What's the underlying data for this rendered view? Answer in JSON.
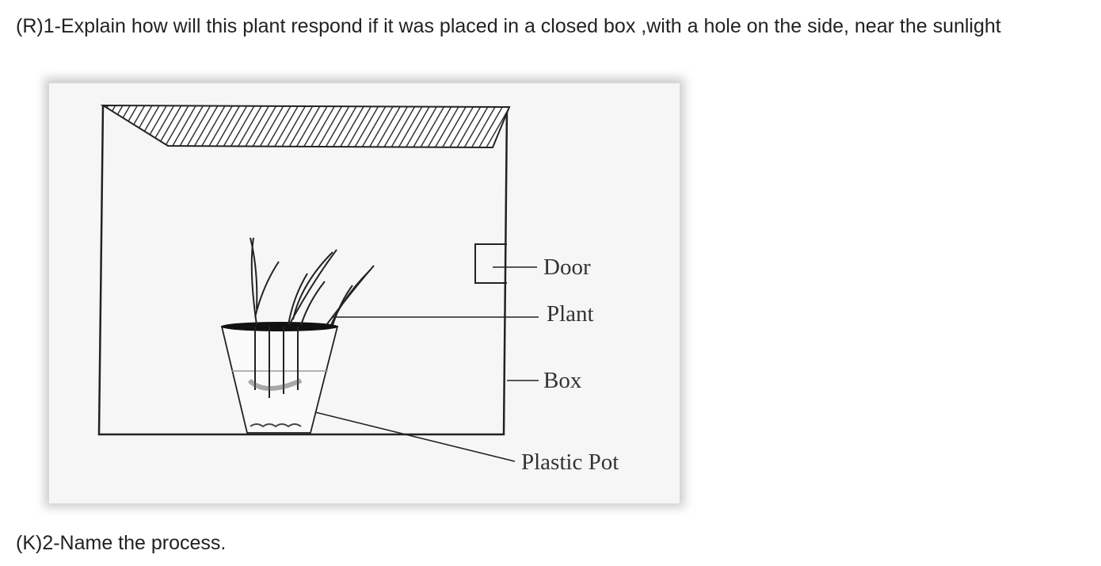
{
  "question1": "(R)1-Explain how will this plant respond if it was placed in a closed box ,with a hole on the side, near the sunlight",
  "question2": "(K)2-Name the process.",
  "figure": {
    "labels": {
      "door": "Door",
      "plant": "Plant",
      "box": "Box",
      "pot": "Plastic Pot"
    }
  }
}
